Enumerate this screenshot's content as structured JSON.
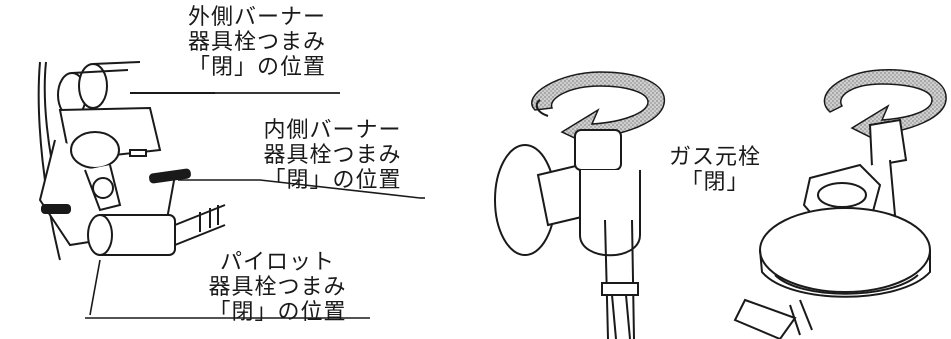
{
  "labels": {
    "outer_burner": {
      "line1": "外側バーナー",
      "line2": "器具栓つまみ",
      "line3": "「閉」の位置"
    },
    "inner_burner": {
      "line1": "内側バーナー",
      "line2": "器具栓つまみ",
      "line3": "「閉」の位置"
    },
    "pilot": {
      "line1": "パイロット",
      "line2": "器具栓つまみ",
      "line3": "「閉」の位置"
    },
    "gas_main": {
      "line1": "ガス元栓",
      "line2": "「閉」"
    }
  },
  "icons": {
    "left_drawing": "burner-valve-assembly",
    "middle_drawing": "gas-main-cock-with-rotate-arrow",
    "right_drawing": "gas-regulator-with-rotate-arrow"
  },
  "colors": {
    "ink": "#1a1a1a",
    "arrow_fill": "#b8b8b8",
    "background": "#ffffff"
  }
}
